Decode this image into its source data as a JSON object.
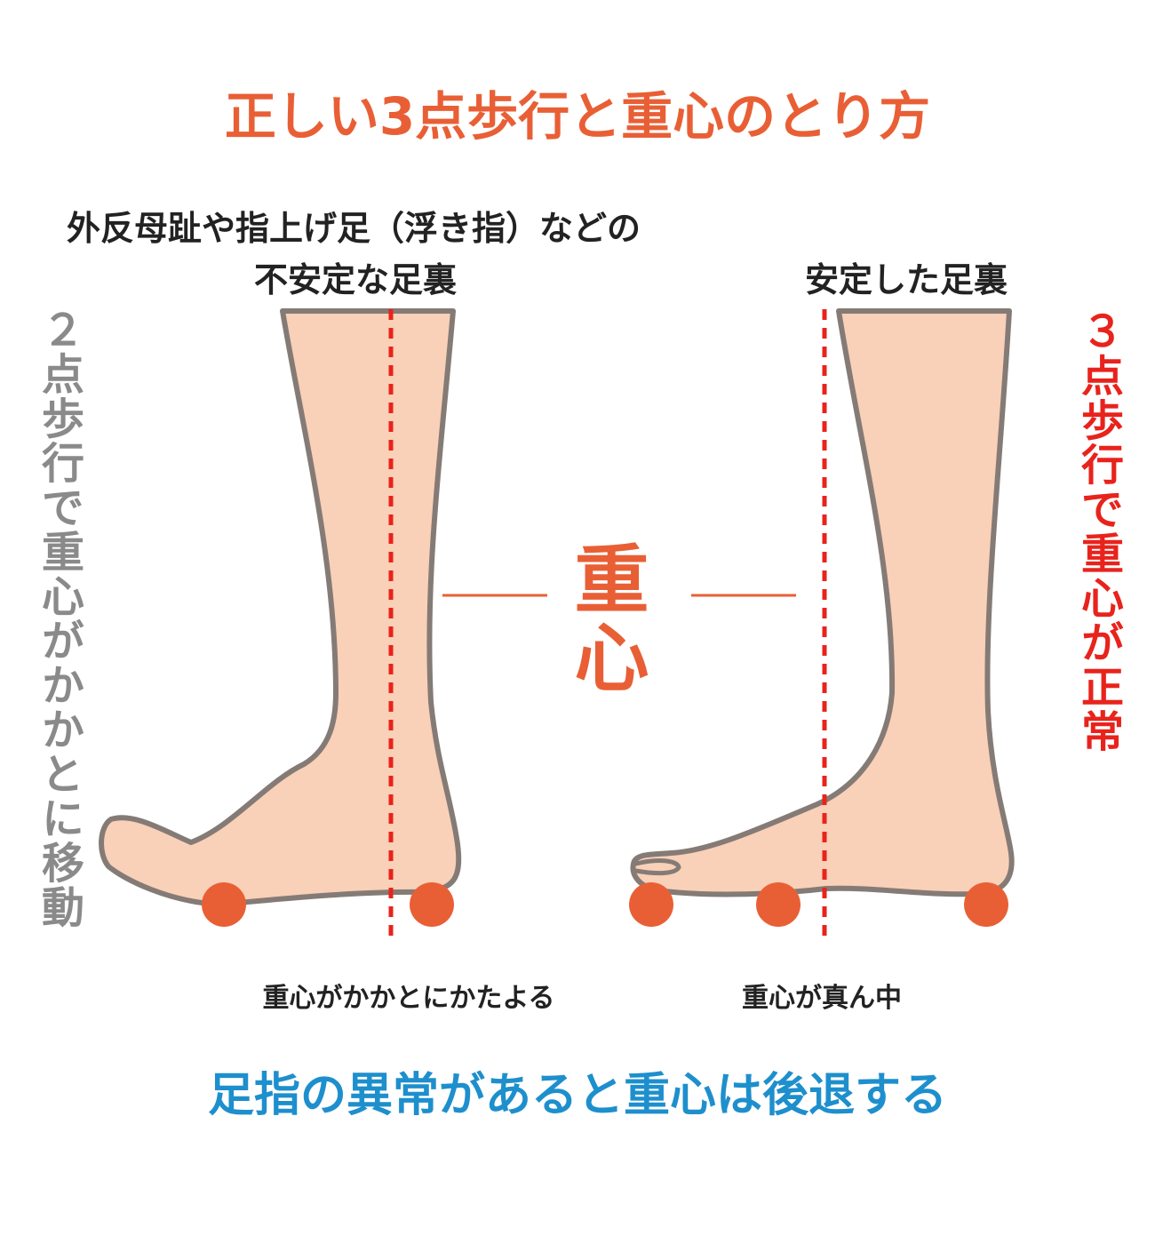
{
  "title": "正しい3点歩行と重心のとり方",
  "left_heading_line1": "外反母趾や指上げ足（浮き指）などの",
  "left_heading_line2": "不安定な足裏",
  "right_heading": "安定した足裏",
  "left_vertical": "２点歩行で重心がかかとに移動",
  "right_vertical": "３点歩行で重心が正常",
  "center_label": "重心",
  "left_caption": "重心がかかとにかたよる",
  "right_caption": "重心が真ん中",
  "bottom_text": "足指の異常があると重心は後退する",
  "colors": {
    "title": "#e95f35",
    "skin": "#f9d0b8",
    "outline": "#857b76",
    "contact_dot": "#e95f35",
    "center_line": "#e8231c",
    "left_vertical": "#8a8a8a",
    "right_vertical": "#e8231c",
    "bottom_text": "#1e8fcd"
  }
}
